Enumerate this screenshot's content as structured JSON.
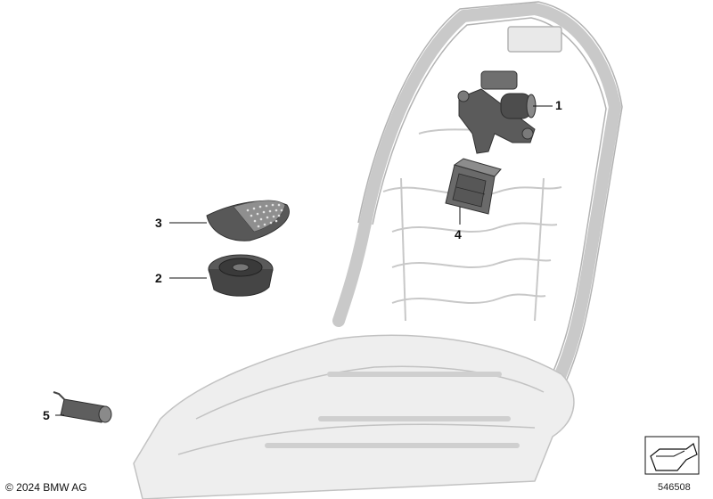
{
  "callouts": {
    "c1": "1",
    "c2": "2",
    "c3": "3",
    "c4": "4",
    "c5": "5"
  },
  "footer": {
    "copyright": "© 2024 BMW AG",
    "diagram_number": "546508"
  },
  "colors": {
    "frame": "#dcdcdc",
    "frame_edge": "#b8b8b8",
    "part_dark": "#4a4a4a",
    "part_mid": "#7a7a7a",
    "line": "#111111"
  }
}
